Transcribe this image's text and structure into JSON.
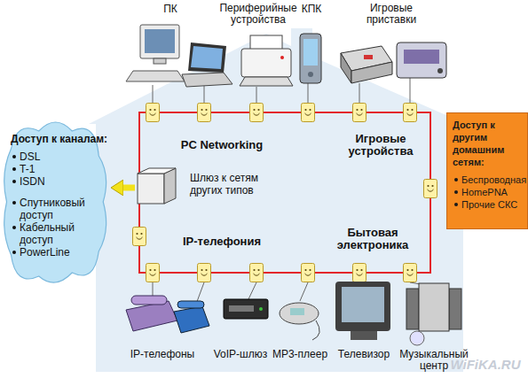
{
  "diagram": {
    "nodes": [
      {
        "text": [
          "Доступ к каналам:",
          "DSL",
          "T-1",
          "ISDN",
          "Спутниковый доступ",
          "Кабельный доступ",
          "PowerLine"
        ]
      },
      {
        "text": [
          "Шлюз к сетям других типов"
        ]
      },
      {
        "text": [
          "Доступ к другим домашним сетям:",
          "Беспроводная",
          "HomePNA",
          "Прочие СКС"
        ]
      }
    ],
    "edges": [
      {
        "from": 1,
        "to": 0,
        "arrow": "to"
      }
    ],
    "labels": [
      "ПК",
      "Периферийные устройства",
      "КПК",
      "Игровые приставки",
      "PC Networking",
      "Игровые устройства",
      "IP-телефония",
      "Бытовая электроника",
      "IP-телефоны",
      "VoIP-шлюз",
      "MP3-плеер",
      "Телевизор",
      "Музыкальный центр",
      "WiFiKA.RU"
    ]
  }
}
